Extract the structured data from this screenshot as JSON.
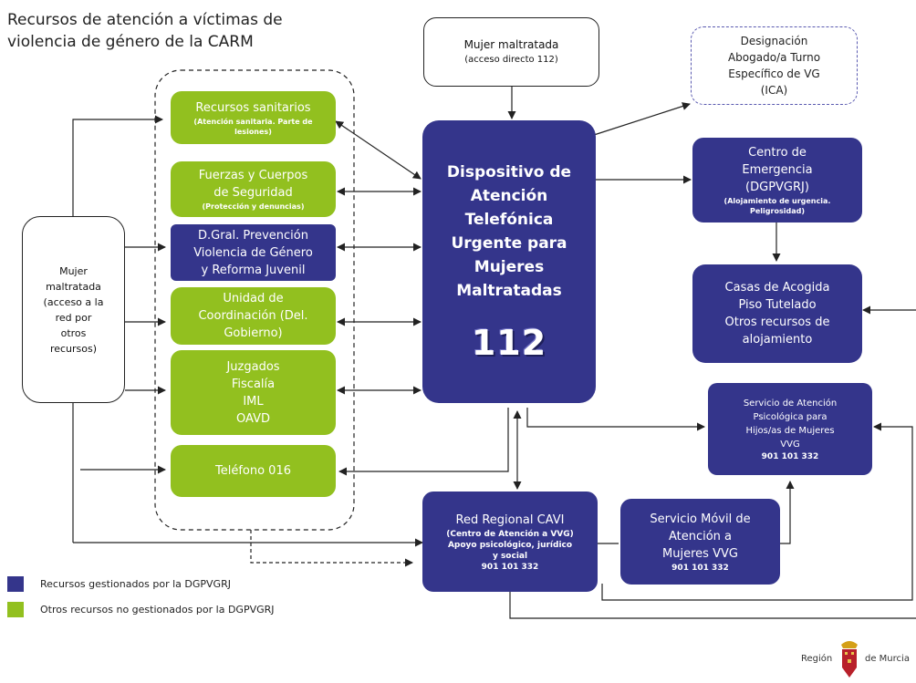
{
  "title": {
    "line1": "Recursos de atención a víctimas de",
    "line2": "violencia de género de la CARM"
  },
  "mujer_acceso_red": [
    "Mujer",
    "maltratada",
    "(acceso a la",
    "red por",
    "otros",
    "recursos)"
  ],
  "mujer_112": {
    "line1": "Mujer maltratada",
    "line2": "(acceso directo 112)"
  },
  "designacion": [
    "Designación",
    "Abogado/a Turno",
    "Específico de VG",
    "(ICA)"
  ],
  "left_resources": {
    "sanitarios": {
      "line1": "Recursos sanitarios",
      "sub": "(Atención sanitaria. Parte de lesiones)"
    },
    "fuerzas": {
      "line1": "Fuerzas y Cuerpos",
      "line2": "de Seguridad",
      "sub": "(Protección y denuncias)"
    },
    "dgral": [
      "D.Gral. Prevención",
      "Violencia de Género",
      "y Reforma Juvenil"
    ],
    "unidad": [
      "Unidad de",
      "Coordinación (Del.",
      "Gobierno)"
    ],
    "juzgados": [
      "Juzgados",
      "Fiscalía",
      "IML",
      "OAVD"
    ],
    "telefono": "Teléfono 016"
  },
  "center": {
    "lines": [
      "Dispositivo de",
      "Atención",
      "Telefónica",
      "Urgente para",
      "Mujeres",
      "Maltratadas"
    ],
    "number": "112"
  },
  "right_resources": {
    "emergencia": {
      "lines": [
        "Centro de",
        "Emergencia",
        "(DGPVGRJ)"
      ],
      "sub": "(Alojamiento de urgencia. Peligrosidad)"
    },
    "casas": [
      "Casas de Acogida",
      "Piso Tutelado",
      "Otros recursos de",
      "alojamiento"
    ],
    "psicologica": {
      "lines": [
        "Servicio de Atención",
        "Psicológica para",
        "Hijos/as de Mujeres",
        "VVG"
      ],
      "phone": "901 101 332"
    },
    "cavi": {
      "line1": "Red Regional CAVI",
      "sub": [
        "(Centro de Atención a VVG)",
        "Apoyo psicológico, jurídico",
        "y social"
      ],
      "phone": "901 101 332"
    },
    "movil": {
      "lines": [
        "Servicio Móvil de",
        "Atención a",
        "Mujeres VVG"
      ],
      "phone": "901 101 332"
    }
  },
  "legend": {
    "blue_label": "Recursos gestionados por la DGPVGRJ",
    "green_label": "Otros recursos no gestionados por la DGPVGRJ"
  },
  "logo": {
    "left": "Región",
    "right": "de Murcia"
  },
  "colors": {
    "blue": "#34358b",
    "green": "#92c01f",
    "line": "#222222"
  }
}
